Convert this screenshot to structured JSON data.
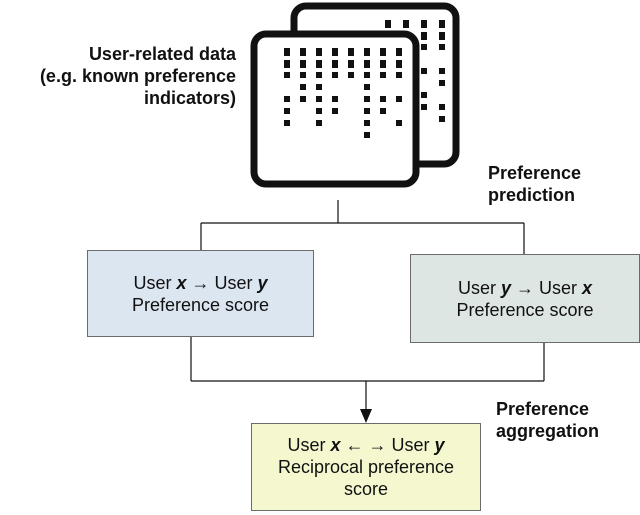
{
  "colors": {
    "line": "#111111",
    "box_border": "#6b6b6b",
    "box_xy_fill": "#dce6f1",
    "box_yx_fill": "#dde6e2",
    "box_reciprocal_fill": "#f5f8cf"
  },
  "icons": {
    "document_stack": "stacked-data-documents-icon",
    "arrow_down": "arrow-down-icon"
  },
  "labels": {
    "user_data": [
      "User-related data",
      "(e.g. known preference",
      "indicators)"
    ],
    "prediction": [
      "Preference",
      "prediction"
    ],
    "aggregation": [
      "Preference",
      "aggregation"
    ]
  },
  "boxes": {
    "x_to_y": {
      "user_a_prefix": "User ",
      "user_a_var": "x",
      "arrow": " → ",
      "user_b_prefix": "User ",
      "user_b_var": "y",
      "caption": "Preference score"
    },
    "y_to_x": {
      "user_a_prefix": "User ",
      "user_a_var": "y",
      "arrow": " → ",
      "user_b_prefix": "User ",
      "user_b_var": "x",
      "caption": "Preference score"
    },
    "reciprocal": {
      "user_a_prefix": "User ",
      "user_a_var": "x",
      "arrow": " ← → ",
      "user_b_prefix": "User ",
      "user_b_var": "y",
      "caption_lines": [
        "Reciprocal preference",
        "score"
      ]
    }
  }
}
